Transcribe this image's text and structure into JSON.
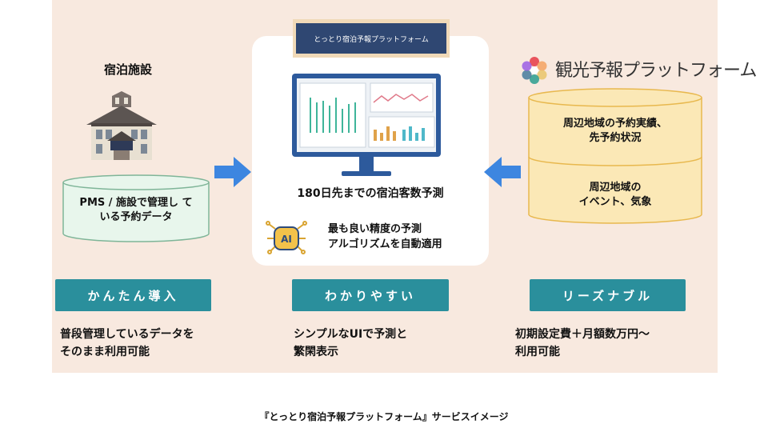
{
  "left": {
    "title": "宿泊施設",
    "cylinder_line1": "PMS / 施設で管理し て",
    "cylinder_line2": "いる予約データ"
  },
  "center": {
    "platform_label": "とっとり宿泊予報プラットフォーム",
    "forecast_text": "180日先までの宿泊客数予測",
    "ai_badge": "AI",
    "ai_line1": "最も良い精度の予測",
    "ai_line2": "アルゴリズムを自動適用"
  },
  "right": {
    "logo_text": "観光予報プラットフォーム",
    "cylinder1_line1": "周辺地域の予約実績、",
    "cylinder1_line2": "先予約状況",
    "cylinder2_line1": "周辺地域の",
    "cylinder2_line2": "イベント、気象"
  },
  "features": [
    {
      "label": "かんたん導入",
      "desc1": "普段管理しているデータを",
      "desc2": "そのまま利用可能"
    },
    {
      "label": "わかりやすい",
      "desc1": "シンプルなUIで予測と",
      "desc2": "繁閑表示"
    },
    {
      "label": "リーズナブル",
      "desc1": "初期設定費＋月額数万円〜",
      "desc2": "利用可能"
    }
  ],
  "caption": "『とっとり宿泊予報プラットフォーム』サービスイメージ",
  "colors": {
    "panel_bg": "#f8e9df",
    "feature_teal": "#2a8f9c",
    "arrow_blue": "#3d86e0",
    "label_navy": "#2f4772",
    "cylinder_green": "#e8f6ec",
    "cylinder_yellow": "#fbe8b6"
  }
}
